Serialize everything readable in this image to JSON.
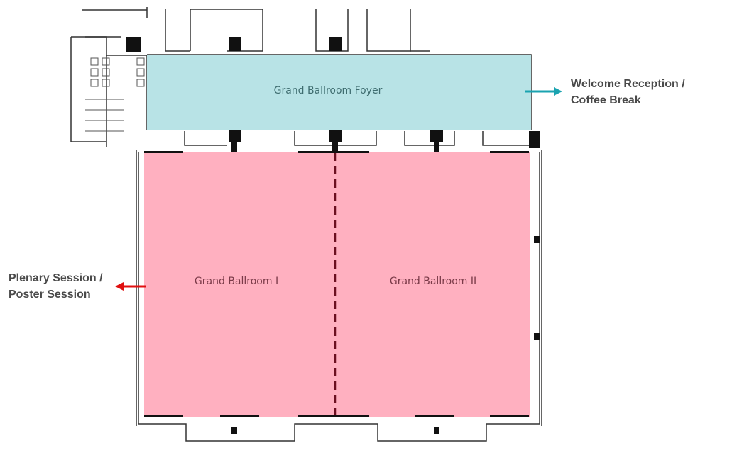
{
  "rooms": {
    "foyer": {
      "label": "Grand Ballroom Foyer",
      "fill": "#b8e3e6",
      "text_color": "#3f6d70"
    },
    "ballroom_1": {
      "label": "Grand Ballroom I",
      "fill": "#ffb0c0",
      "text_color": "#7a3a48"
    },
    "ballroom_2": {
      "label": "Grand Ballroom II",
      "fill": "#ffb0c0",
      "text_color": "#7a3a48"
    },
    "divider_color": "#6b0f20"
  },
  "callouts": {
    "welcome": {
      "line1": "Welcome Reception /",
      "line2": "Coffee Break",
      "arrow_color": "#1aa3b0"
    },
    "plenary": {
      "line1": "Plenary Session /",
      "line2": "Poster Session",
      "arrow_color": "#e01010"
    }
  }
}
